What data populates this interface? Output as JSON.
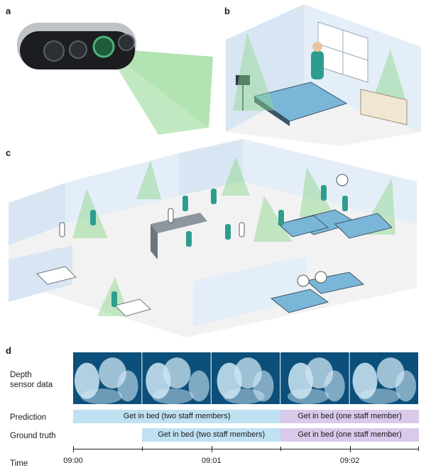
{
  "panels": {
    "a": "a",
    "b": "b",
    "c": "c",
    "d": "d"
  },
  "timeline": {
    "rows": {
      "depth": "Depth\nsensor data",
      "prediction": "Prediction",
      "ground_truth": "Ground truth",
      "time": "Time"
    },
    "prediction_segments": [
      {
        "label": "Get in bed (two staff members)",
        "start": "09:00",
        "end": "09:01:30",
        "color": "#bfe1f2"
      },
      {
        "label": "Get in bed (one staff member)",
        "start": "09:01:30",
        "end": "09:02:30",
        "color": "#d9c9ea"
      }
    ],
    "ground_truth_segments": [
      {
        "label": "Get in bed (two staff members)",
        "start": "09:00:30",
        "end": "09:01:30",
        "color": "#bfe1f2"
      },
      {
        "label": "Get in bed (one staff member)",
        "start": "09:01:30",
        "end": "09:02:30",
        "color": "#d9c9ea"
      }
    ],
    "ticks": [
      "09:00",
      "09:01",
      "09:02"
    ],
    "depth_frame_count": 5
  },
  "colors": {
    "sensor_cone": "#8fd68f",
    "wall": "#d8e6f3",
    "floor": "#f2f2f2",
    "staff": "#2e9d8f",
    "depth_dark": "#0b4f7a",
    "depth_light": "#cfe6f3"
  }
}
